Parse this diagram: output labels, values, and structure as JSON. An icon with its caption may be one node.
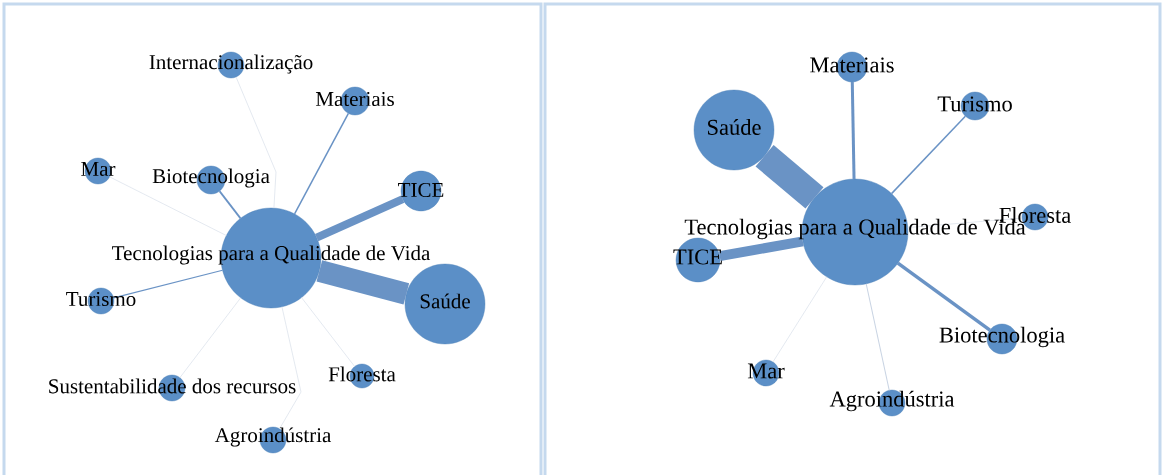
{
  "diagram": {
    "nodes": [
      {
        "text": [
          "Tecnologias para a Qualidade de Vida"
        ]
      },
      {
        "text": [
          "Internacionalização"
        ]
      },
      {
        "text": [
          "Materiais"
        ]
      },
      {
        "text": [
          "Mar"
        ]
      },
      {
        "text": [
          "Biotecnologia"
        ]
      },
      {
        "text": [
          "TICE"
        ]
      },
      {
        "text": [
          "Turismo"
        ]
      },
      {
        "text": [
          "Saúde"
        ]
      },
      {
        "text": [
          "Sustentabilidade dos recursos"
        ]
      },
      {
        "text": [
          "Floresta"
        ]
      },
      {
        "text": [
          "Agroindústria"
        ]
      },
      {
        "text": [
          "Tecnologias para a Qualidade de Vida"
        ]
      },
      {
        "text": [
          "Materiais"
        ]
      },
      {
        "text": [
          "Turismo"
        ]
      },
      {
        "text": [
          "Saúde"
        ]
      },
      {
        "text": [
          "Floresta"
        ]
      },
      {
        "text": [
          "TICE"
        ]
      },
      {
        "text": [
          "Biotecnologia"
        ]
      },
      {
        "text": [
          "Mar"
        ]
      },
      {
        "text": [
          "Agroindústria"
        ]
      }
    ],
    "edges": [
      {
        "from": 0,
        "to": 1,
        "arrow": "none",
        "color": "#dde3ec"
      },
      {
        "from": 0,
        "to": 2,
        "arrow": "none"
      },
      {
        "from": 0,
        "to": 3,
        "arrow": "none",
        "color": "#dde3ec"
      },
      {
        "from": 0,
        "to": 4,
        "arrow": "none"
      },
      {
        "from": 0,
        "to": 5,
        "arrow": "none",
        "style": "thick"
      },
      {
        "from": 0,
        "to": 6,
        "arrow": "none"
      },
      {
        "from": 0,
        "to": 7,
        "arrow": "none",
        "style": "thick"
      },
      {
        "from": 0,
        "to": 8,
        "arrow": "none",
        "color": "#dde3ec"
      },
      {
        "from": 0,
        "to": 9,
        "arrow": "none",
        "color": "#dde3ec"
      },
      {
        "from": 0,
        "to": 10,
        "arrow": "none",
        "color": "#dde3ec"
      },
      {
        "from": 11,
        "to": 12,
        "arrow": "none",
        "style": "thick"
      },
      {
        "from": 11,
        "to": 13,
        "arrow": "none"
      },
      {
        "from": 11,
        "to": 14,
        "arrow": "none",
        "style": "thick"
      },
      {
        "from": 11,
        "to": 15,
        "arrow": "none",
        "color": "#dde3ec"
      },
      {
        "from": 11,
        "to": 16,
        "arrow": "none",
        "style": "thick"
      },
      {
        "from": 11,
        "to": 17,
        "arrow": "none",
        "style": "thick"
      },
      {
        "from": 11,
        "to": 18,
        "arrow": "none",
        "color": "#dde3ec"
      },
      {
        "from": 11,
        "to": 19,
        "arrow": "none",
        "color": "#c9d4e3"
      }
    ]
  }
}
